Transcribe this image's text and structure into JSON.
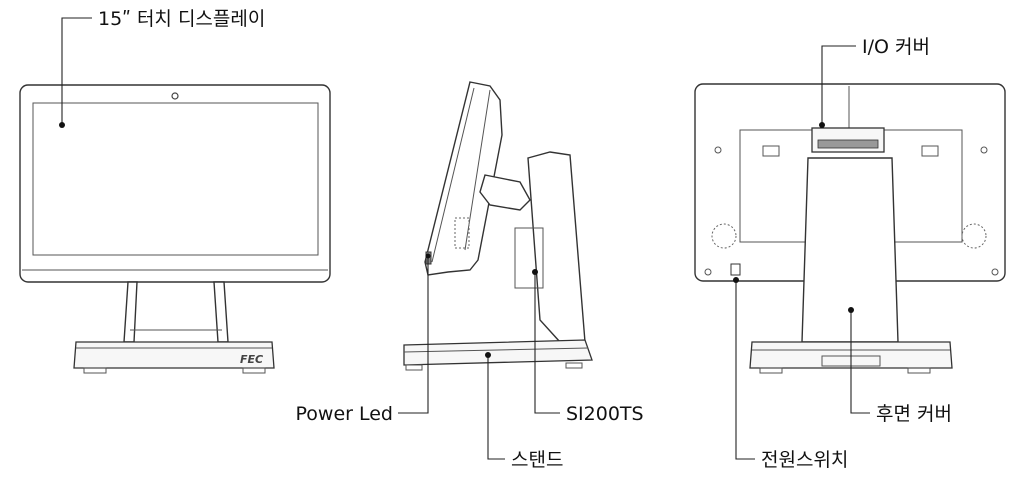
{
  "labels": {
    "display": "15ʺ 터치 디스플레이",
    "io_cover": "I/O 커버",
    "power_led": "Power Led",
    "model": "SI200TS",
    "rear_cover": "후면 커버",
    "stand": "스탠드",
    "power_switch": "전원스위치"
  }
}
